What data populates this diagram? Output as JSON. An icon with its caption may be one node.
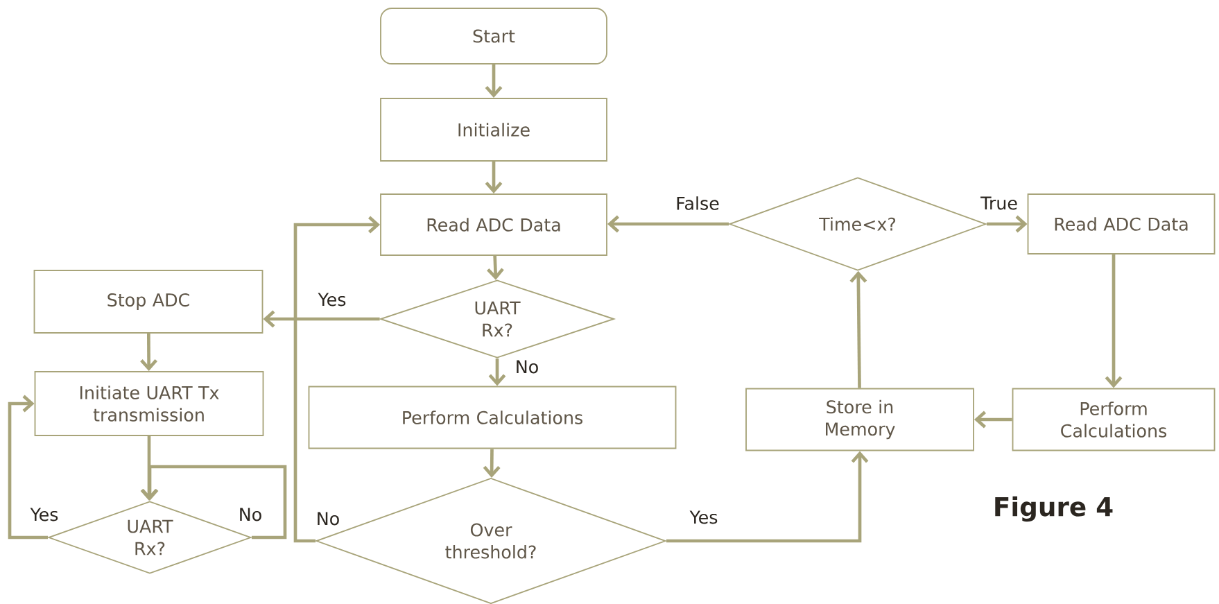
{
  "diagram": {
    "nodes": [
      {
        "text": [
          "Start"
        ]
      },
      {
        "text": [
          "Initialize"
        ]
      },
      {
        "text": [
          "Read ADC Data"
        ]
      },
      {
        "text": [
          "Time<x?"
        ]
      },
      {
        "text": [
          "Read ADC Data"
        ]
      },
      {
        "text": [
          "Stop ADC"
        ]
      },
      {
        "text": [
          "UART Rx?"
        ]
      },
      {
        "text": [
          "Initiate UART Tx transmission"
        ]
      },
      {
        "text": [
          "Perform Calculations"
        ]
      },
      {
        "text": [
          "Store in Memory"
        ]
      },
      {
        "text": [
          "Perform Calculations"
        ]
      },
      {
        "text": [
          "UART Rx?"
        ]
      },
      {
        "text": [
          "Over threshold?"
        ]
      }
    ],
    "edges": [
      {
        "from": 0,
        "to": 1,
        "arrow": "to"
      },
      {
        "from": 1,
        "to": 2,
        "arrow": "to"
      },
      {
        "from": 2,
        "to": 6,
        "arrow": "to"
      },
      {
        "from": 6,
        "to": 5,
        "arrow": "to",
        "label": "Yes"
      },
      {
        "from": 6,
        "to": 8,
        "arrow": "to",
        "label": "No"
      },
      {
        "from": 5,
        "to": 7,
        "arrow": "to"
      },
      {
        "from": 7,
        "to": 11,
        "arrow": "to"
      },
      {
        "from": 11,
        "to": 7,
        "arrow": "to",
        "label": "Yes"
      },
      {
        "from": 11,
        "to": 11,
        "arrow": "to",
        "label": "No"
      },
      {
        "from": 8,
        "to": 12,
        "arrow": "to"
      },
      {
        "from": 12,
        "to": 2,
        "arrow": "to",
        "label": "No"
      },
      {
        "from": 12,
        "to": 9,
        "arrow": "to",
        "label": "Yes"
      },
      {
        "from": 9,
        "to": 3,
        "arrow": "to"
      },
      {
        "from": 3,
        "to": 2,
        "arrow": "to",
        "label": "False"
      },
      {
        "from": 3,
        "to": 4,
        "arrow": "to",
        "label": "True"
      },
      {
        "from": 4,
        "to": 10,
        "arrow": "to"
      },
      {
        "from": 10,
        "to": 9,
        "arrow": "to"
      }
    ],
    "labels": [
      "Figure 4"
    ]
  }
}
